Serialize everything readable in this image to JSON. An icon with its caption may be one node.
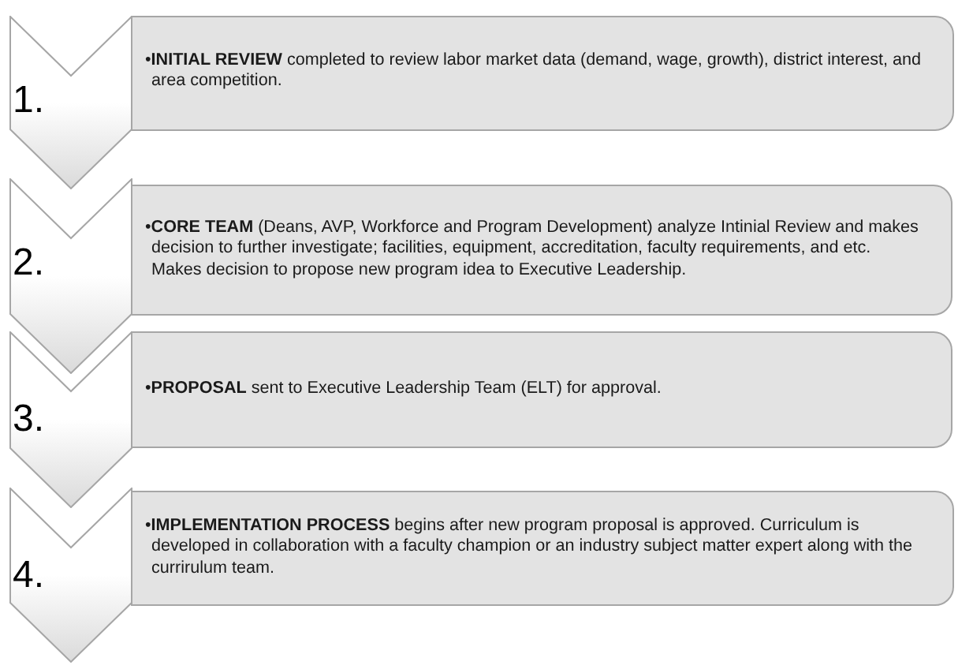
{
  "diagram": {
    "nodes": [
      {
        "text": [
          "1."
        ]
      },
      {
        "text": [
          "•**INITIAL REVIEW** completed to review labor market data (demand, wage, growth), district interest, and area competition."
        ]
      },
      {
        "text": [
          "2."
        ]
      },
      {
        "text": [
          "•**CORE TEAM** (Deans, AVP, Workforce and Program Development) analyze Intinial Review and makes decision to further investigate; facilities, equipment, accreditation, faculty requirements, and etc. Makes decision to propose new program idea to Executive Leadership."
        ]
      },
      {
        "text": [
          "3."
        ]
      },
      {
        "text": [
          "•**PROPOSAL** sent to Executive Leadership Team (ELT) for approval."
        ]
      },
      {
        "text": [
          "4."
        ]
      },
      {
        "text": [
          "•**IMPLEMENTATION PROCESS** begins after new program proposal is approved. Curriculum is developed in collaboration with a faculty champion or an industry subject matter expert along with the currirulum team."
        ]
      }
    ]
  }
}
